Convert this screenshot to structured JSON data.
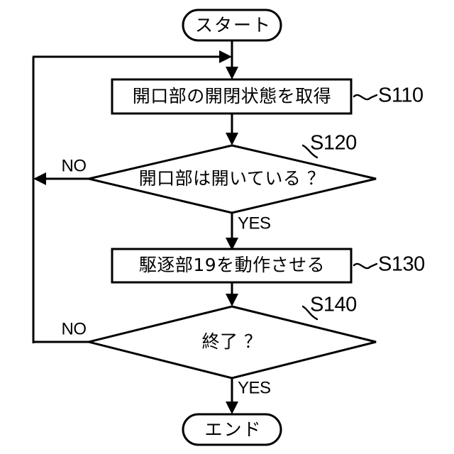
{
  "diagram": {
    "type": "flowchart",
    "language": "ja",
    "background_color": "#ffffff",
    "line_color": "#000000",
    "nodes": {
      "start": {
        "shape": "terminal",
        "label": "スタート"
      },
      "s110": {
        "shape": "process",
        "label": "開口部の開閉状態を取得",
        "step": "S110"
      },
      "s120": {
        "shape": "decision",
        "label": "開口部は開いている ？",
        "step": "S120"
      },
      "s130": {
        "shape": "process",
        "label": "駆逐部19を動作させる",
        "step": "S130"
      },
      "s140": {
        "shape": "decision",
        "label": "終了 ？",
        "step": "S140"
      },
      "end": {
        "shape": "terminal",
        "label": "エンド"
      }
    },
    "branches": {
      "s120_no": "NO",
      "s120_yes": "YES",
      "s140_no": "NO",
      "s140_yes": "YES"
    }
  }
}
